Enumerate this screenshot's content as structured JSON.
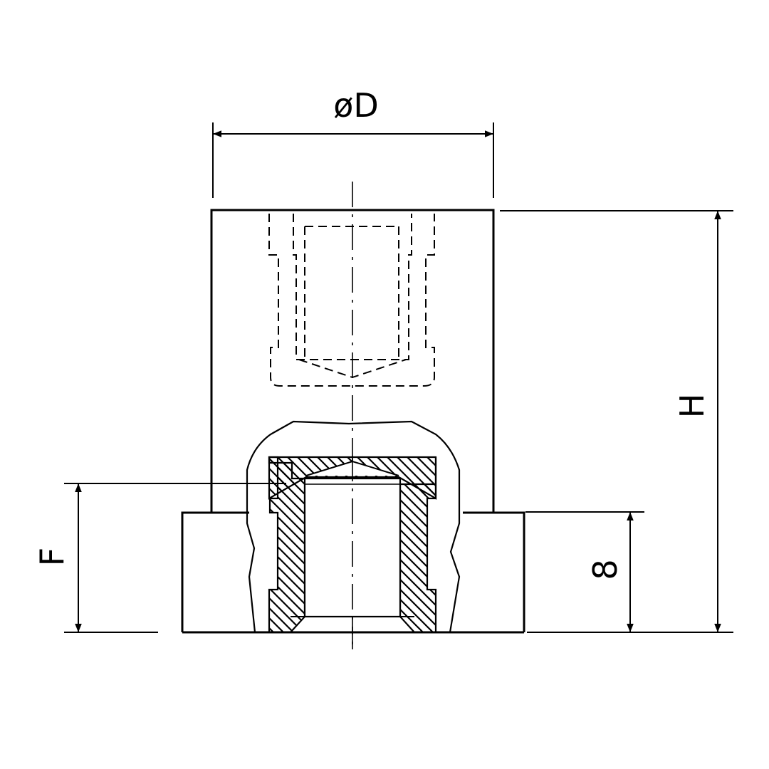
{
  "dimensions": {
    "diameter": "øD",
    "height": "H",
    "insert_depth": "F",
    "base_height": "8"
  },
  "colors": {
    "line": "#000000",
    "background": "#ffffff"
  }
}
